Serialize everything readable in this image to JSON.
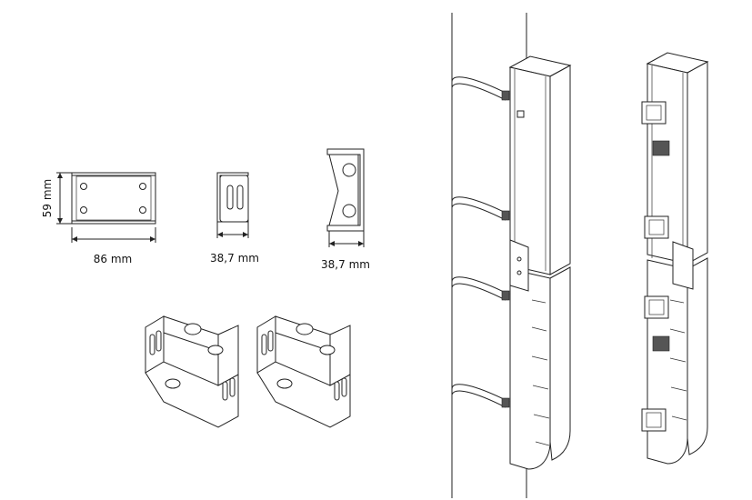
{
  "dimensions": {
    "front_height": "59 mm",
    "front_width": "86 mm",
    "side_width": "38,7 mm",
    "top_width": "38,7 mm"
  }
}
